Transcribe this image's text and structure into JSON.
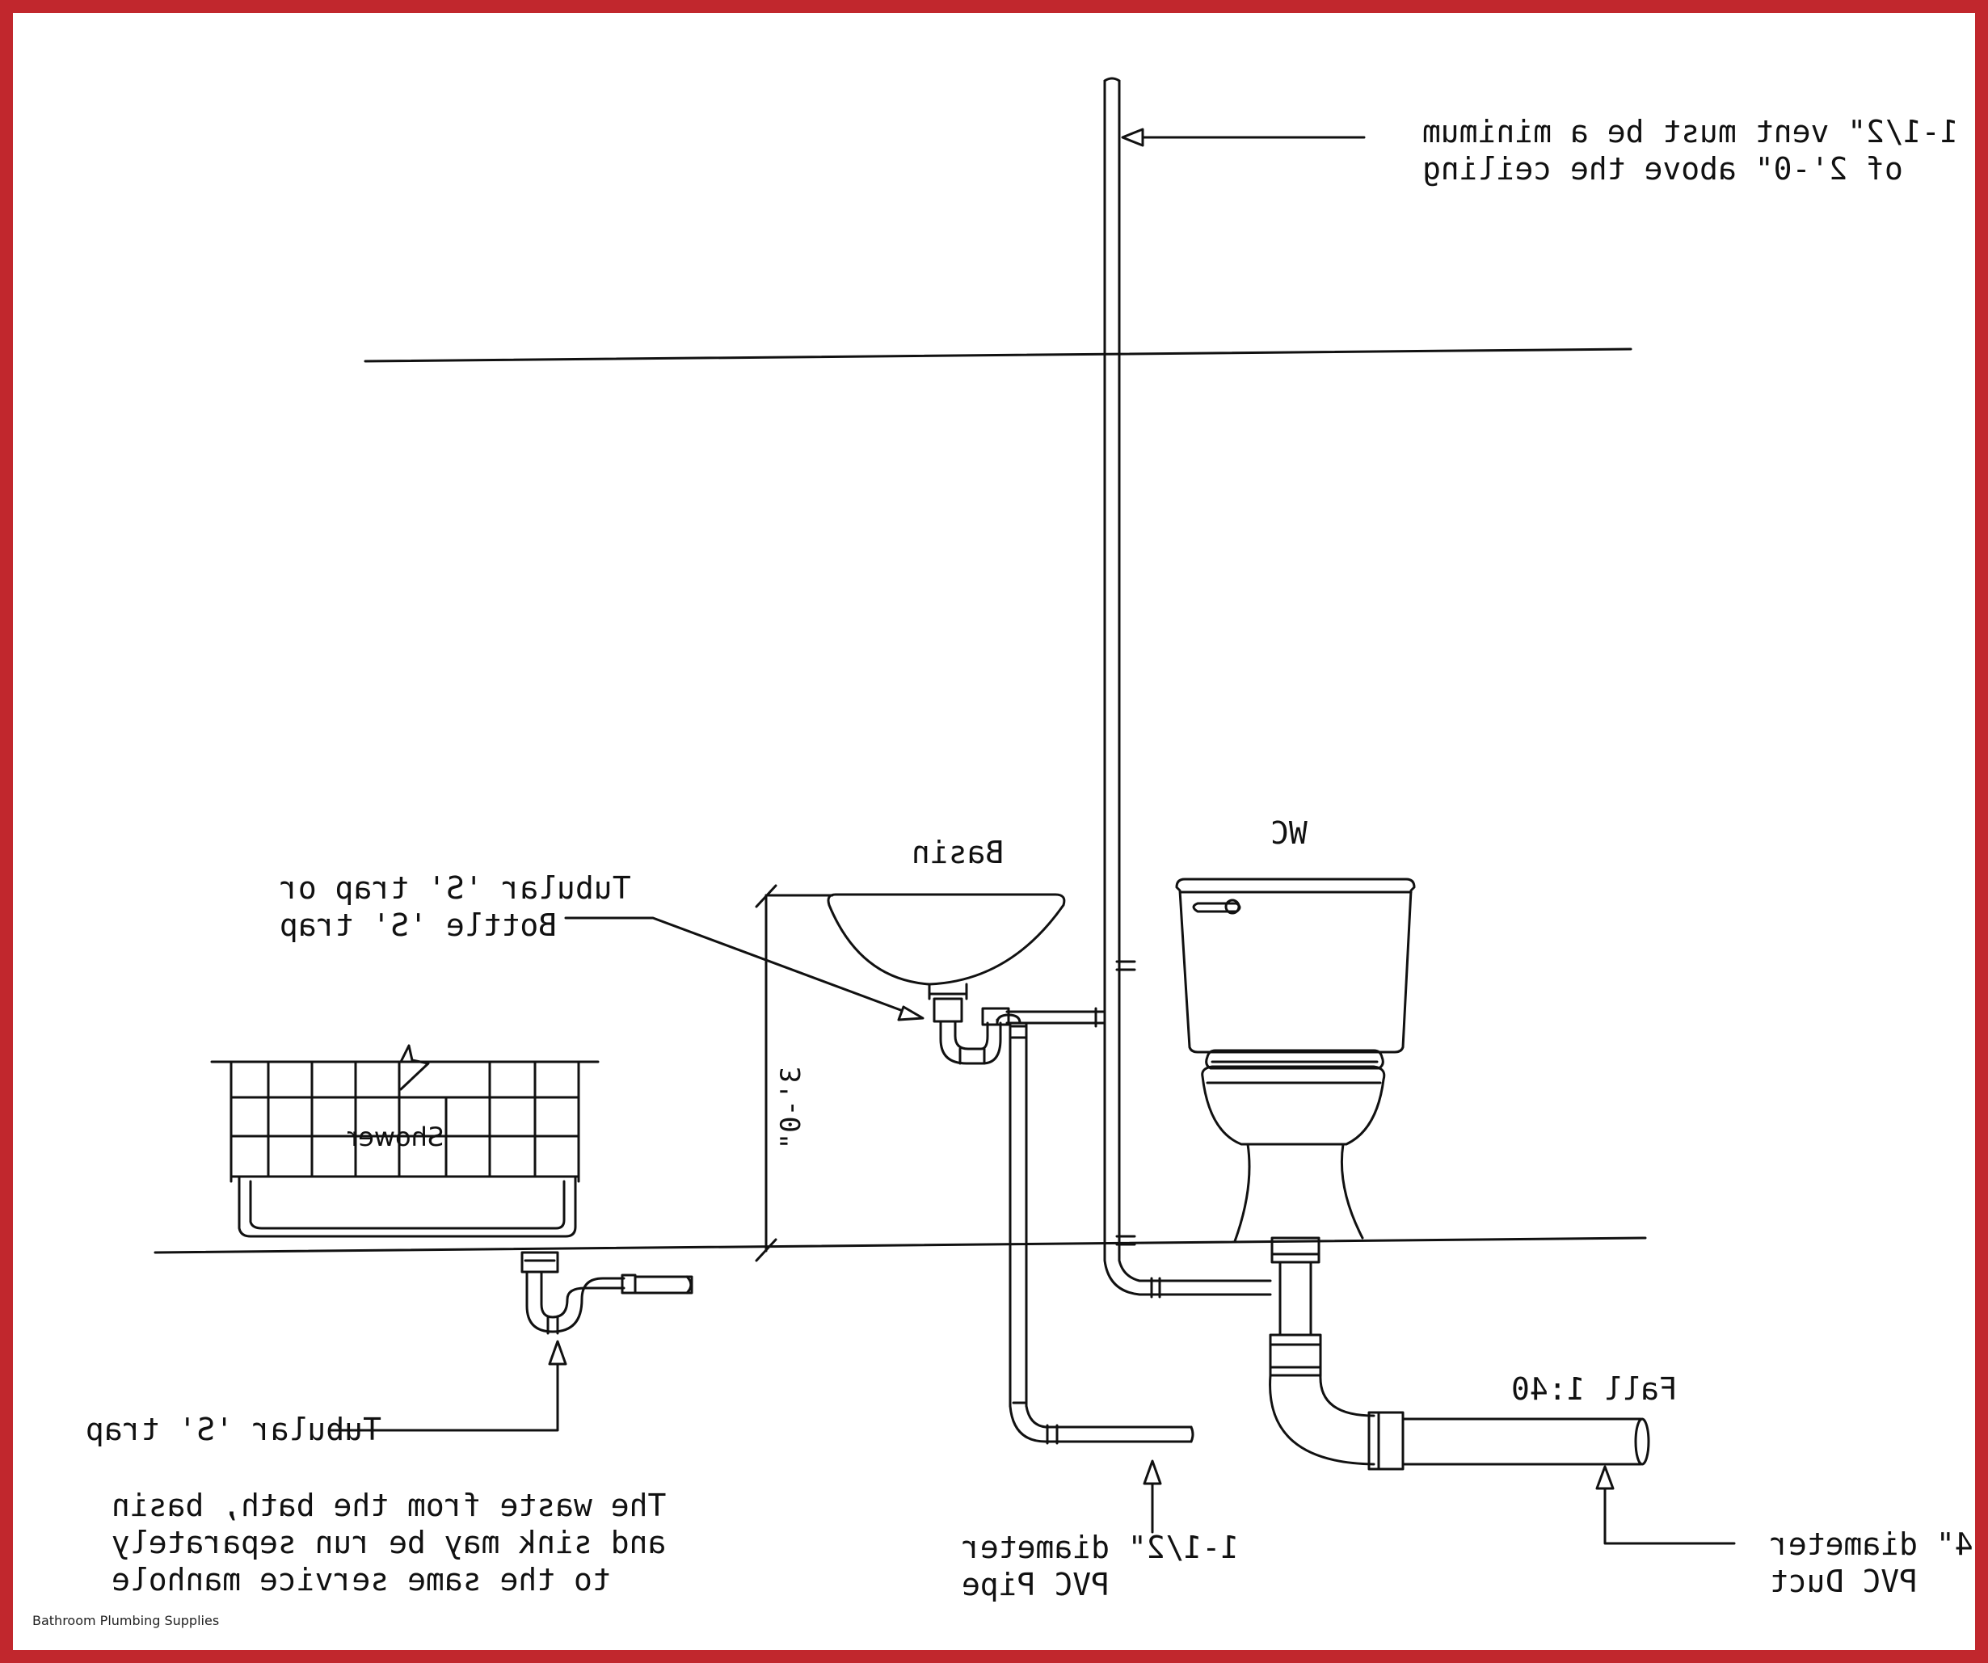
{
  "labels": {
    "vent_note_line1": "1-1/2\" vent must be a minimum",
    "vent_note_line2": "of 2'-0\" above the ceiling",
    "wc": "WC",
    "basin": "Basin",
    "trap_note_line1": "Tubular 'S' trap or",
    "trap_note_line2": "Bottle 'S' trap",
    "shower": "Shower",
    "height_dim": "3'-0\"",
    "shower_trap": "Tubular 'S' trap",
    "waste_note_line1": "The waste from the bath, basin",
    "waste_note_line2": "and sink may be run separately",
    "waste_note_line3": "to the same service manhole",
    "fall": "Fall 1:40",
    "pipe_note_line1": "1-1/2\" diameter",
    "pipe_note_line2": "PVC Pipe",
    "duct_note_line1": "4\" diameter",
    "duct_note_line2": "PVC Duct"
  },
  "caption": "Bathroom Plumbing Supplies",
  "colors": {
    "border": "#c1272d",
    "ink": "#111111"
  }
}
